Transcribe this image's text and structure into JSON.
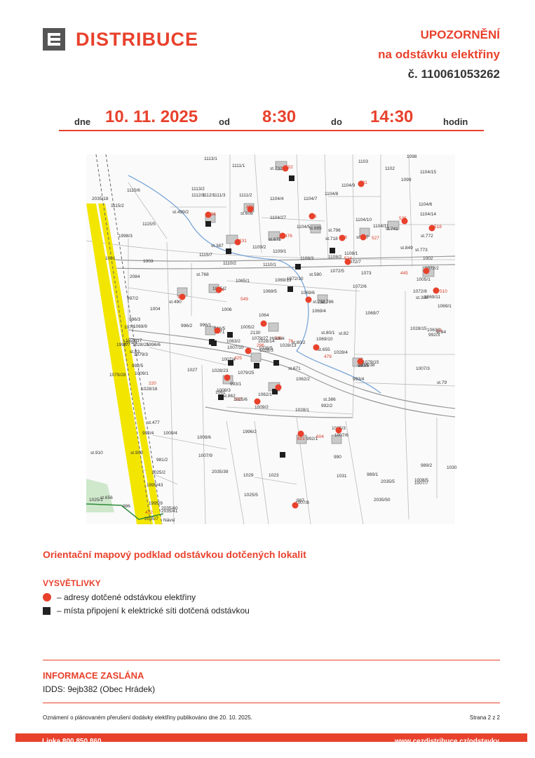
{
  "header": {
    "brand": "DISTRIBUCE",
    "notice_line1": "UPOZORNĚNÍ",
    "notice_line2": "na odstávku elektřiny",
    "notice_line3": "č. 110061053262"
  },
  "schedule": {
    "day_label": "dne",
    "date": "10. 11. 2025",
    "from_label": "od",
    "from_time": "8:30",
    "to_label": "do",
    "to_time": "14:30",
    "hours_label": "hodin"
  },
  "map": {
    "parcels": [
      "1113/1",
      "1111/1",
      "st.732",
      "502",
      "1103",
      "1102",
      "1098",
      "1104/15",
      "1099",
      "501",
      "1104/9",
      "1115/6",
      "1113/2",
      "1112/3",
      "1111/3",
      "1112/1",
      "1111/2",
      "1104/4",
      "1104/7",
      "1104/8",
      "2035/18",
      "1115/2",
      "st.499/2",
      "496",
      "456",
      "st.606",
      "591",
      "1104/6",
      "1104/14",
      "1115/5",
      "1104/27",
      "1104/5",
      "st.885",
      "1104/10",
      "1104/11",
      "535",
      "518",
      "st.796",
      "st.741",
      "st.772",
      "1998/3",
      "476",
      "st.675",
      "st.718",
      "508",
      "st.707",
      "527",
      "st.849",
      "st.773",
      "231",
      "st.387",
      "1109/2",
      "1109/1",
      "1108/1",
      "1001",
      "1003",
      "1115/7",
      "1110/2",
      "1110/1",
      "1108/3",
      "1108/2",
      "524",
      "1072/7",
      "1002",
      "2084",
      "st.768",
      "1072/5",
      "1073",
      "445",
      "1072/2",
      "st.580",
      "1005/1",
      "1065/1",
      "1072/10",
      "1069/13",
      "1072/6",
      "510",
      "997/2",
      "281",
      "284",
      "1069/5",
      "1069/6",
      "1072/8",
      "st.388",
      "st.490",
      "1065/2",
      "549",
      "st.757",
      "1069/11",
      "1004",
      "1006",
      "st.786",
      "1069/7",
      "996/3",
      "1064",
      "1069/4",
      "1069/1",
      "1070",
      "1069/9",
      "996/2",
      "996/1",
      "1005/2",
      "st.80/1",
      "1028/15",
      "83",
      "1079/17",
      "1071",
      "996/5",
      "2130",
      "230",
      "st.80/2",
      "st.82",
      "1063/1",
      "1079/4",
      "1079/27",
      "Hrádek",
      "1996/7",
      "1996/6",
      "1028/25",
      "1063/2",
      "1028/14",
      "76",
      "1069/10",
      "992/3",
      "st.83",
      "296",
      "1028/13",
      "st.84",
      "1079/3",
      "1007/10",
      "1028/5",
      "1028/3",
      "st.655",
      "1028/4",
      "479",
      "1079/28",
      "1079/15",
      "2035/38",
      "992/5",
      "1007/4",
      "425",
      "st.671",
      "993/5",
      "1007/3",
      "1009/1",
      "1027",
      "1028/23",
      "1079/25",
      "1062/2",
      "993/4",
      "st.79",
      "220",
      "1028/16",
      "1062/1",
      "1061",
      "993/1",
      "st.862",
      "1009/2",
      "st.386",
      "1028/1",
      "1009/3",
      "587",
      "st.477",
      "1025/6",
      "992/2",
      "992/4",
      "1009/6",
      "1996/2",
      "992/1",
      "604",
      "601",
      "1025/3",
      "1007/6",
      "1009/4",
      "st.910",
      "st.909",
      "990",
      "981/2",
      "2035/39",
      "1025/5",
      "1031",
      "989/1",
      "1007/9",
      "989/2",
      "1008/5",
      "1023",
      "1030",
      "1025/2",
      "1029",
      "2035/5",
      "1007/7",
      "1995/43",
      "2035/50",
      "st.656",
      "1025/1",
      "986",
      "1995/9",
      "987",
      "2035/40",
      "472",
      "1007/8",
      "2035/41",
      "2035/7",
      "Návsí"
    ],
    "outage_addresses": [
      "502",
      "501",
      "496",
      "456",
      "591",
      "535",
      "518",
      "476",
      "508",
      "527",
      "231",
      "524",
      "445",
      "510",
      "281",
      "284",
      "549",
      "83",
      "230",
      "76",
      "296",
      "479",
      "425",
      "220",
      "587",
      "604",
      "601",
      "472"
    ]
  },
  "caption": "Orientační mapový podklad odstávkou dotčených lokalit",
  "legend": {
    "title": "VYSVĚTLIVKY",
    "dot_text": "– adresy dotčené odstávkou elektřiny",
    "square_text": "– místa připojení k elektrické síti dotčená odstávkou"
  },
  "info": {
    "title": "INFORMACE ZASLÁNA",
    "text": "IDDS: 9ejb382 (Obec Hrádek)"
  },
  "footer": {
    "published": "Oznámení o plánovaném přerušení dodávky elektřiny publikováno dne 20. 10. 2025.",
    "page": "Strana 2 z 2",
    "bar_left": "Linka 800 850 860",
    "bar_right": "www.cezdistribuce.cz/odstavky"
  },
  "colors": {
    "accent": "#e8412c",
    "rail": "#f2e600"
  }
}
